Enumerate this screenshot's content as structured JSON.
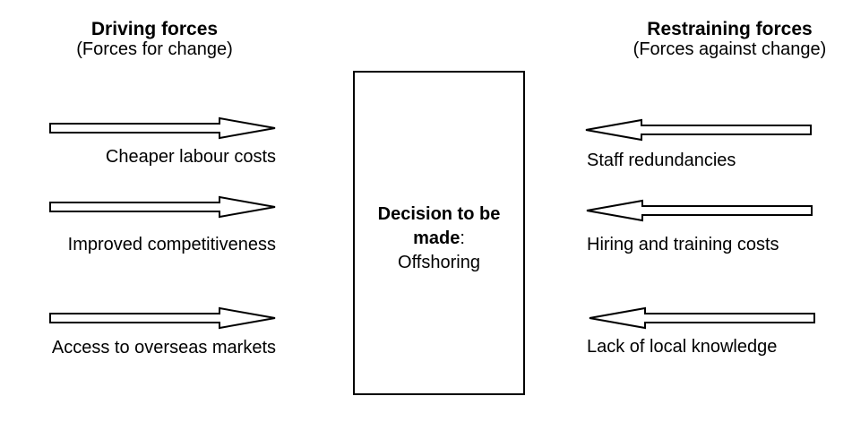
{
  "diagram": {
    "title_semantics": "force-field-analysis",
    "left_header": {
      "title": "Driving forces",
      "subtitle": "(Forces for change)"
    },
    "right_header": {
      "title": "Restraining forces",
      "subtitle": "(Forces against change)"
    },
    "decision_box": {
      "title": "Decision to be made",
      "colon": ":",
      "value": "Offshoring"
    },
    "driving_forces": [
      "Cheaper labour costs",
      "Improved competitiveness",
      "Access to overseas markets"
    ],
    "restraining_forces": [
      "Staff redundancies",
      "Hiring and training costs",
      "Lack of local knowledge"
    ],
    "colors": {
      "ink": "#000000",
      "background": "#ffffff"
    }
  }
}
